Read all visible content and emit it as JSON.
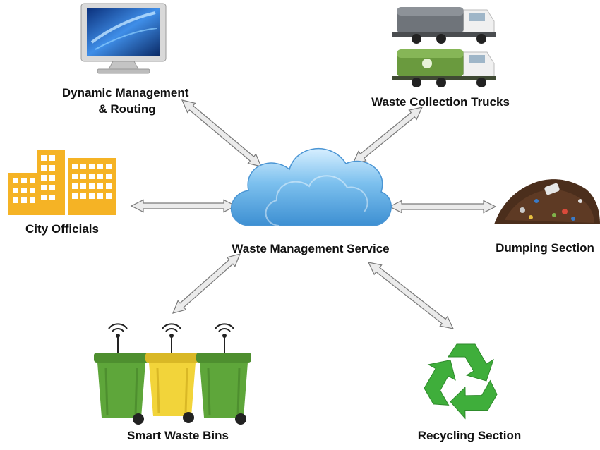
{
  "center": {
    "label": "Waste Management Service",
    "icon": "cloud-icon"
  },
  "nodes": [
    {
      "id": "dynamic",
      "label_lines": [
        "Dynamic Management",
        "& Routing"
      ],
      "icon": "computer-monitor-icon"
    },
    {
      "id": "trucks",
      "label_lines": [
        "Waste Collection Trucks"
      ],
      "icon": "garbage-truck-icon"
    },
    {
      "id": "officials",
      "label_lines": [
        "City Officials"
      ],
      "icon": "city-buildings-icon"
    },
    {
      "id": "dumping",
      "label_lines": [
        "Dumping Section"
      ],
      "icon": "garbage-pile-icon"
    },
    {
      "id": "bins",
      "label_lines": [
        "Smart Waste Bins"
      ],
      "icon": "smart-bin-icon"
    },
    {
      "id": "recycling",
      "label_lines": [
        "Recycling Section"
      ],
      "icon": "recycle-icon"
    }
  ],
  "colors": {
    "arrow_fill": "#ebebeb",
    "arrow_stroke": "#7a7a7a",
    "cloud": "#6fb7ea",
    "building": "#f5b325",
    "bin_green": "#5ea63a",
    "bin_yellow": "#f2d43a",
    "recycle": "#3fae3b"
  }
}
